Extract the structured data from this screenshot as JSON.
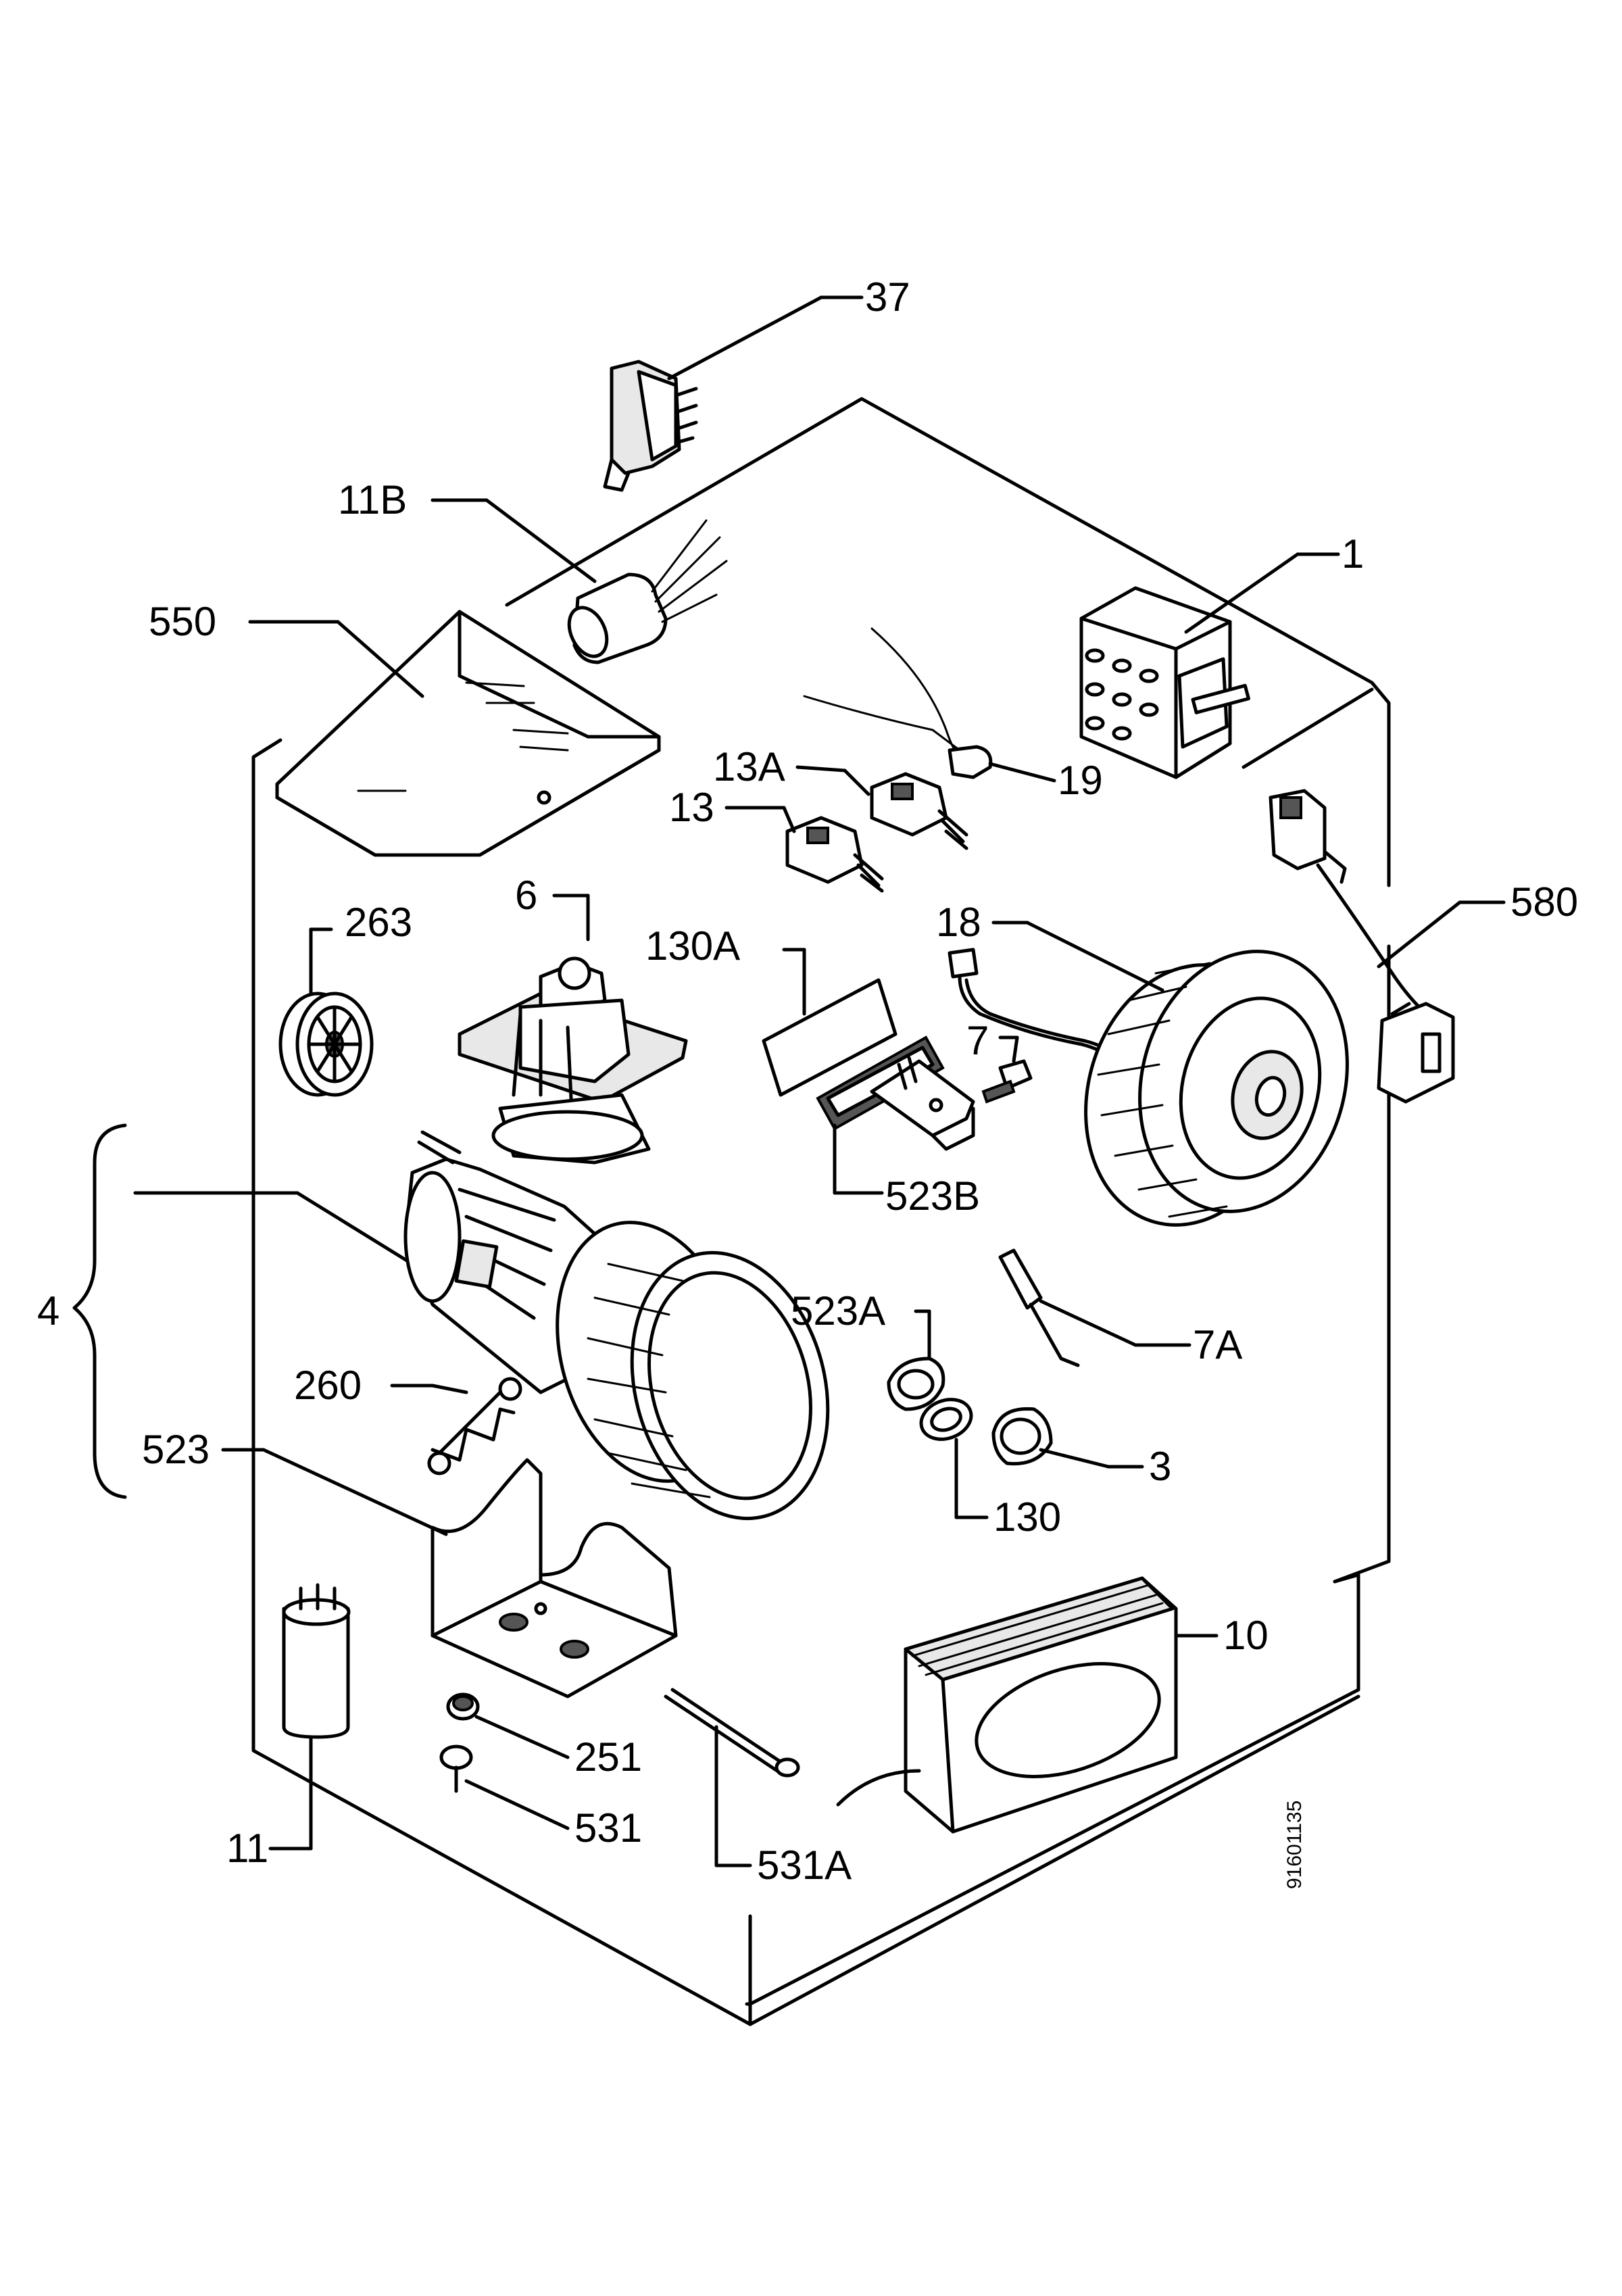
{
  "diagram": {
    "drawing_code": "91601135",
    "callouts": {
      "c37": "37",
      "c11B": "11",
      "c11B_suffix": "B",
      "c1": "1",
      "c550": "550",
      "c19": "19",
      "c13A": "13",
      "c13A_suffix": "A",
      "c13": "13",
      "c580": "580",
      "c6": "6",
      "c263": "263",
      "c130A": "130",
      "c130A_suffix": "A",
      "c18": "18",
      "c7": "7",
      "c523B": "523",
      "c523B_suffix": "B",
      "c4": "4",
      "c523A": "523",
      "c523A_suffix": "A",
      "c7A": "7",
      "c7A_suffix": "A",
      "c260": "260",
      "c3": "3",
      "c523": "523",
      "c130": "130",
      "c10": "10",
      "c251": "251",
      "c531": "531",
      "c11": "11",
      "c531A": "531",
      "c531A_suffix": "A"
    }
  }
}
